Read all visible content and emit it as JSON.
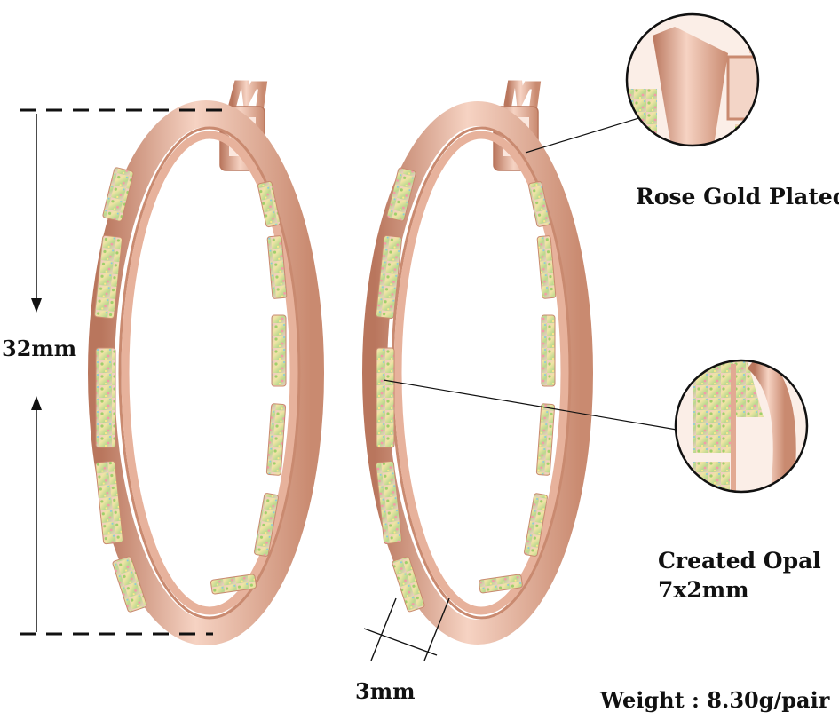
{
  "labels": {
    "height": "32mm",
    "width": "3mm",
    "plating": "Rose Gold Plated",
    "stone_name": "Created Opal",
    "stone_size": "7x2mm",
    "weight": "Weight : 8.30g/pair"
  },
  "colors": {
    "rose_gold": "#e0a58d",
    "rose_gold_dark": "#b9765d",
    "rose_gold_light": "#f6d3c3",
    "opal_pink": "#f2c7c9",
    "opal_green": "#b9d98e",
    "opal_yellow": "#f0e4a4",
    "line": "#111111"
  }
}
